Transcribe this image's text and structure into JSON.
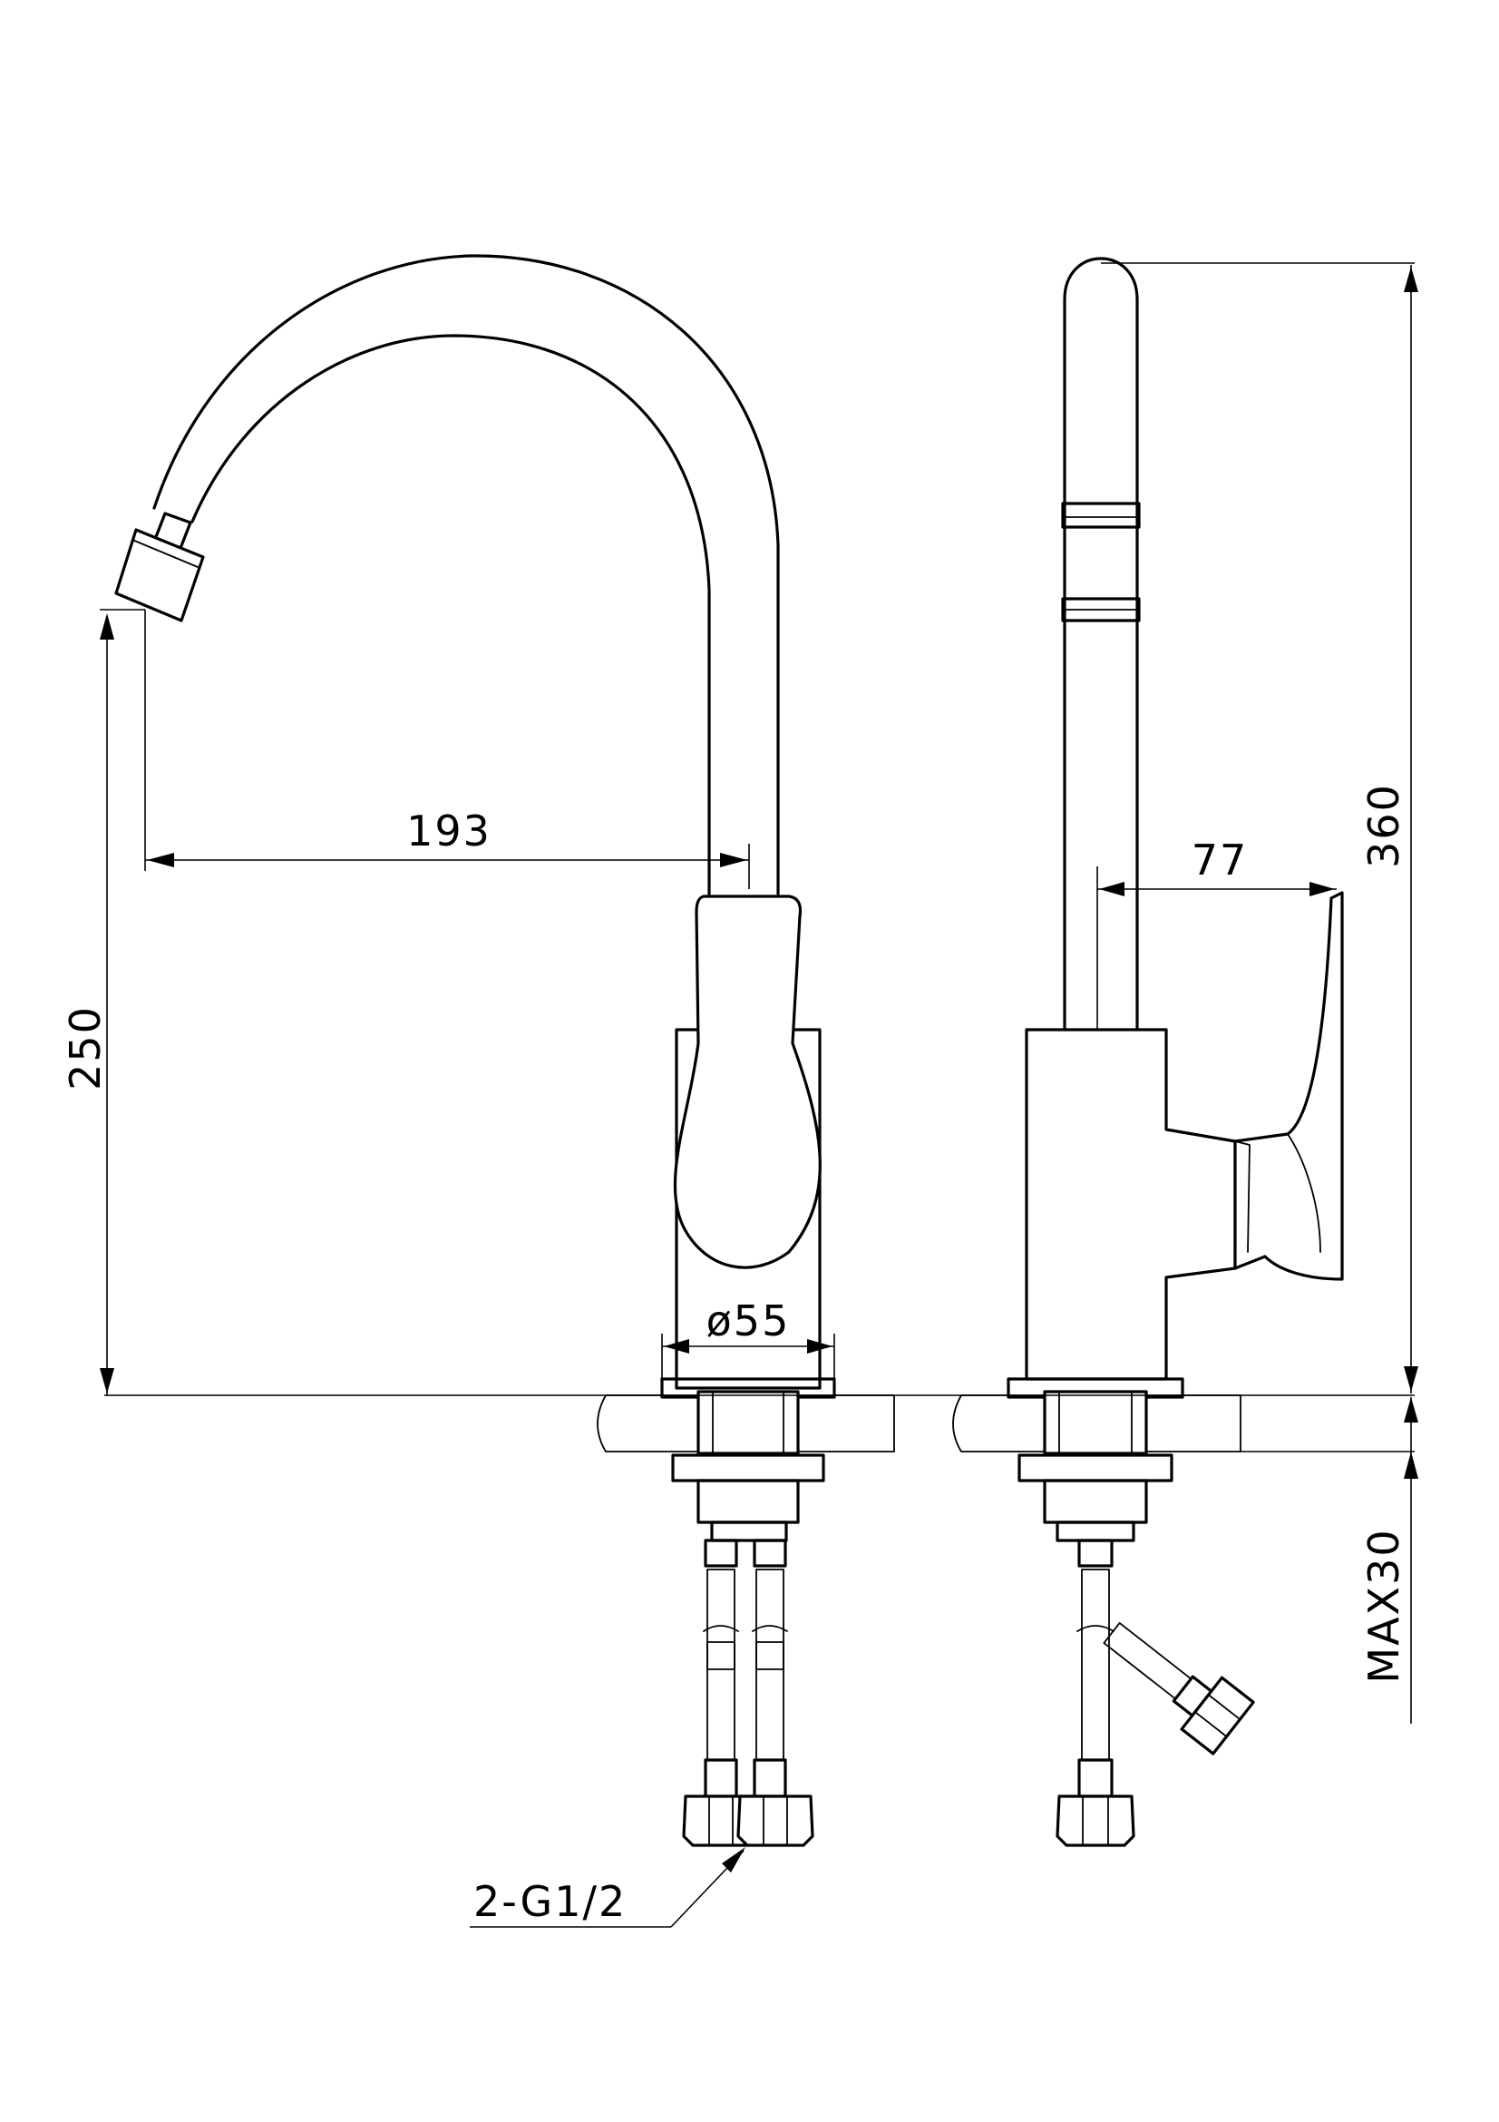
{
  "dimensions": {
    "spout_height": "250",
    "spout_reach": "193",
    "base_diameter": "ø55",
    "total_height": "360",
    "lever_offset": "77",
    "counter_thickness": "MAX30",
    "connection_thread": "2-G1/2"
  }
}
